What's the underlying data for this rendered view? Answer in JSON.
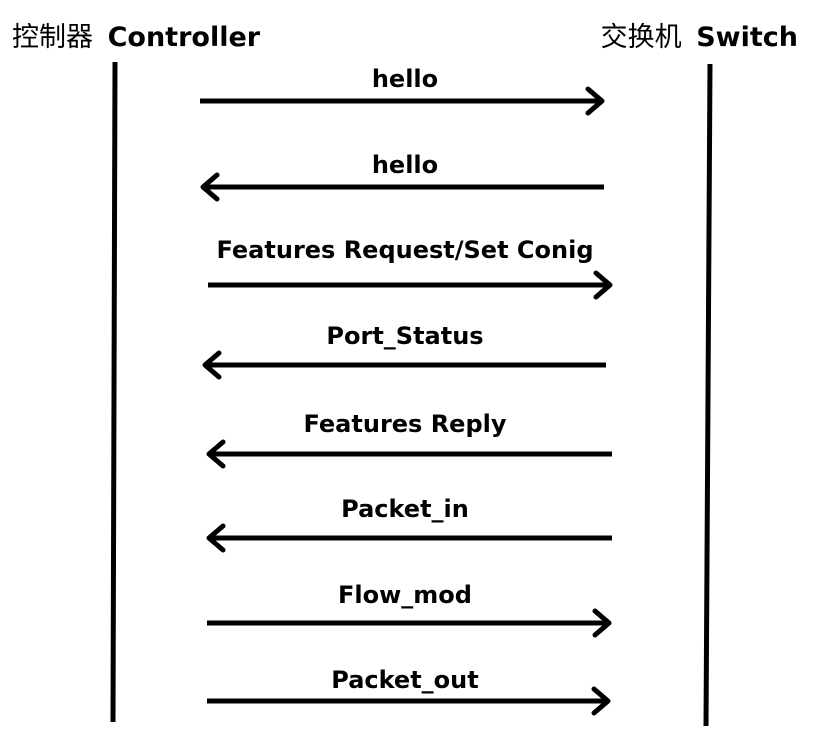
{
  "actors": {
    "controller": {
      "label_cn": "控制器",
      "label_en": "Controller"
    },
    "switch": {
      "label_cn": "交换机",
      "label_en": "Switch"
    }
  },
  "messages": [
    {
      "label": "hello",
      "direction": "controller-to-switch"
    },
    {
      "label": "hello",
      "direction": "switch-to-controller"
    },
    {
      "label": "Features Request/Set Conig",
      "direction": "controller-to-switch"
    },
    {
      "label": "Port_Status",
      "direction": "switch-to-controller"
    },
    {
      "label": "Features Reply",
      "direction": "switch-to-controller"
    },
    {
      "label": "Packet_in",
      "direction": "switch-to-controller"
    },
    {
      "label": "Flow_mod",
      "direction": "controller-to-switch"
    },
    {
      "label": "Packet_out",
      "direction": "controller-to-switch"
    }
  ],
  "colors": {
    "line": "#000000",
    "background": "#ffffff"
  }
}
